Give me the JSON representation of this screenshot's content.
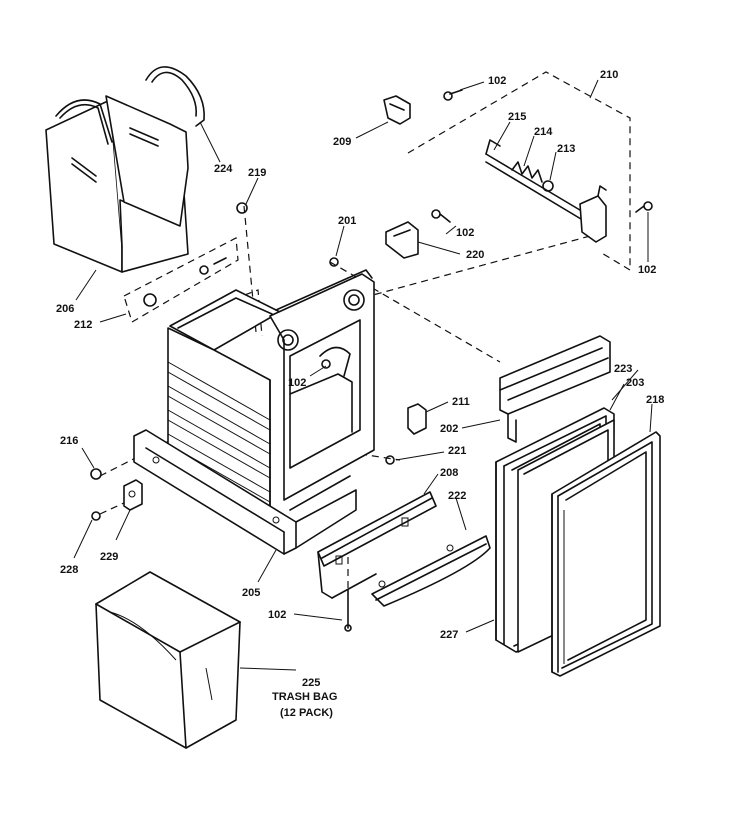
{
  "callouts": [
    {
      "id": "c102a",
      "text": "102"
    },
    {
      "id": "c210",
      "text": "210"
    },
    {
      "id": "c209",
      "text": "209"
    },
    {
      "id": "c215",
      "text": "215"
    },
    {
      "id": "c214",
      "text": "214"
    },
    {
      "id": "c213",
      "text": "213"
    },
    {
      "id": "c224",
      "text": "224"
    },
    {
      "id": "c219",
      "text": "219"
    },
    {
      "id": "c201",
      "text": "201"
    },
    {
      "id": "c102b",
      "text": "102"
    },
    {
      "id": "c220",
      "text": "220"
    },
    {
      "id": "c102c",
      "text": "102"
    },
    {
      "id": "c206",
      "text": "206"
    },
    {
      "id": "c212",
      "text": "212"
    },
    {
      "id": "c102d",
      "text": "102"
    },
    {
      "id": "c223",
      "text": "223"
    },
    {
      "id": "c203",
      "text": "203"
    },
    {
      "id": "c218",
      "text": "218"
    },
    {
      "id": "c211",
      "text": "211"
    },
    {
      "id": "c202",
      "text": "202"
    },
    {
      "id": "c216",
      "text": "216"
    },
    {
      "id": "c221",
      "text": "221"
    },
    {
      "id": "c208",
      "text": "208"
    },
    {
      "id": "c222",
      "text": "222"
    },
    {
      "id": "c228",
      "text": "228"
    },
    {
      "id": "c229",
      "text": "229"
    },
    {
      "id": "c205",
      "text": "205"
    },
    {
      "id": "c102e",
      "text": "102"
    },
    {
      "id": "c227",
      "text": "227"
    },
    {
      "id": "c225",
      "text": "225"
    }
  ],
  "trash_bag_note": {
    "line1": "TRASH BAG",
    "line2": "(12 PACK)"
  }
}
